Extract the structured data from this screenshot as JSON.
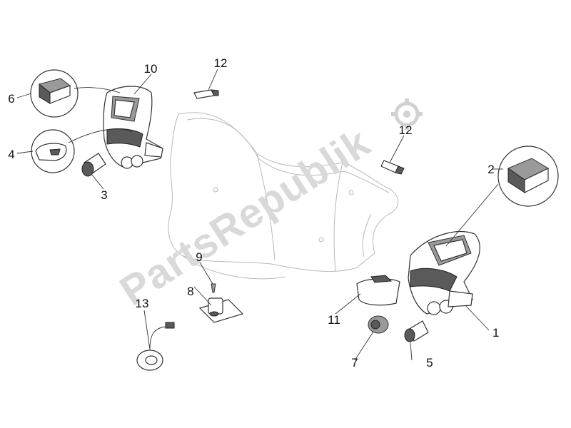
{
  "watermark": {
    "text": "PartsRepublik",
    "color": "#d9d9d9",
    "icon": "gear-icon"
  },
  "callouts": [
    {
      "id": "c1",
      "label": "1"
    },
    {
      "id": "c2",
      "label": "2"
    },
    {
      "id": "c3",
      "label": "3"
    },
    {
      "id": "c4",
      "label": "4"
    },
    {
      "id": "c5",
      "label": "5"
    },
    {
      "id": "c6",
      "label": "6"
    },
    {
      "id": "c7",
      "label": "7"
    },
    {
      "id": "c8",
      "label": "8"
    },
    {
      "id": "c9",
      "label": "9"
    },
    {
      "id": "c10",
      "label": "10"
    },
    {
      "id": "c11",
      "label": "11"
    },
    {
      "id": "c12a",
      "label": "12"
    },
    {
      "id": "c12b",
      "label": "12"
    },
    {
      "id": "c13",
      "label": "13"
    }
  ]
}
